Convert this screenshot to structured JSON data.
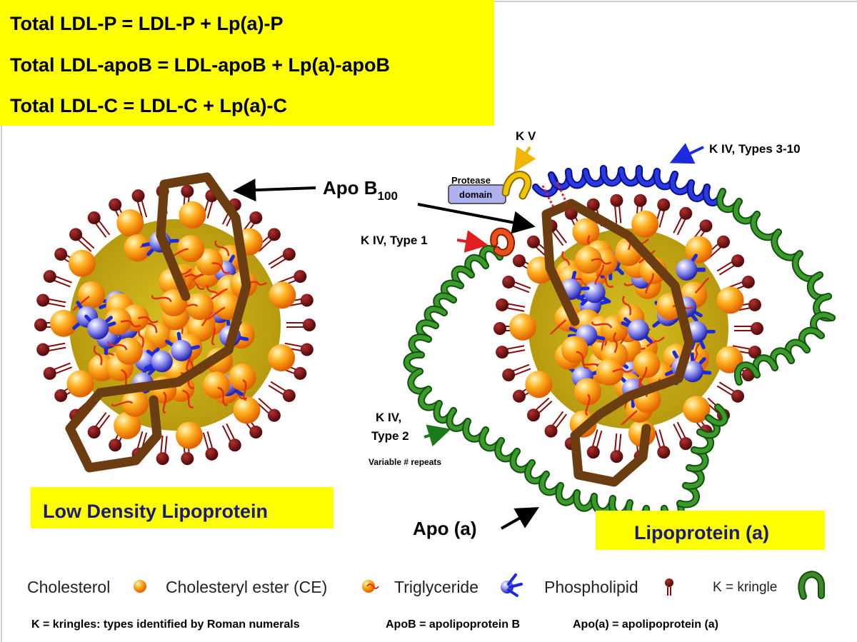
{
  "equations": [
    "Total LDL-P = LDL-P + Lp(a)-P",
    "Total LDL-apoB = LDL-apoB + Lp(a)-apoB",
    "Total LDL-C = LDL-C + Lp(a)-C"
  ],
  "labels": {
    "apob_main": "Apo B",
    "apob_sub": "100",
    "kv": "K V",
    "kiv_310": "K IV,  Types 3-10",
    "protease_1": "Protease",
    "protease_2": "domain",
    "kiv_type1": "K IV, Type 1",
    "kiv_type2_a": "K IV,",
    "kiv_type2_b": "Type 2",
    "variable_repeats": "Variable # repeats",
    "apo_a": "Apo (a)"
  },
  "titles": {
    "ldl": "Low Density Lipoprotein",
    "lpa": "Lipoprotein (a)"
  },
  "legend": {
    "cholesterol": "Cholesterol",
    "ce": "Cholesteryl ester (CE)",
    "triglyceride": "Triglyceride",
    "phospholipid": "Phospholipid",
    "kringle": "K = kringle"
  },
  "footer": {
    "kringles": "K = kringles: types identified by Roman numerals",
    "apob": "ApoB = apolipoprotein B",
    "apoa": "Apo(a) = apolipoprotein (a)"
  },
  "colors": {
    "yellow_box": "#ffff00",
    "apob_ribbon": "#6b3d10",
    "kringle_green": "#2e7d1e",
    "kringle_blue": "#2233cc",
    "kringle_kv": "#e8b800",
    "kringle_type1": "#e03010",
    "phospholipid": "#6b0d0d",
    "arrow_red": "#e02020",
    "arrow_green": "#1a7a1a",
    "arrow_blue": "#1a2adc",
    "arrow_gold": "#f2b600"
  }
}
